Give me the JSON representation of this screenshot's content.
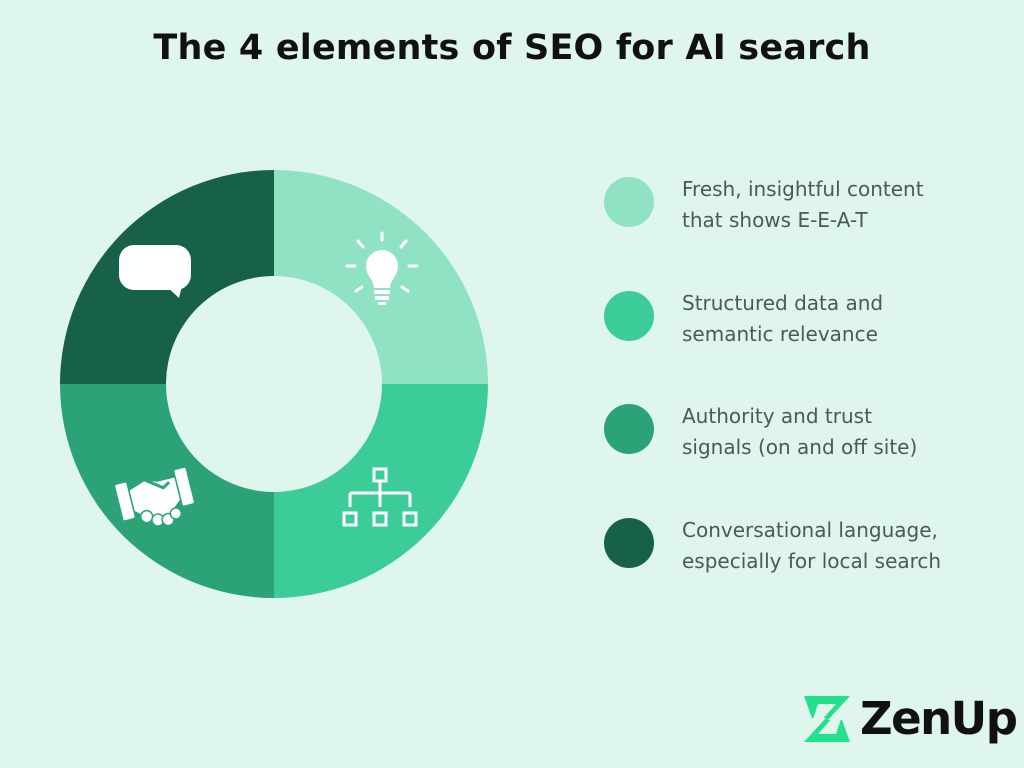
{
  "title": "The 4 elements of SEO for AI search",
  "segments": [
    {
      "color": "#8fe3c3",
      "icon": "lightbulb-icon",
      "line1": "Fresh, insightful content",
      "line2": "that shows E-E-A-T"
    },
    {
      "color": "#3ccc97",
      "icon": "hierarchy-icon",
      "line1": "Structured data and",
      "line2": "semantic relevance"
    },
    {
      "color": "#2ba376",
      "icon": "handshake-icon",
      "line1": "Authority and trust",
      "line2": "signals (on and off site)"
    },
    {
      "color": "#17604a",
      "icon": "speech-bubble-icon",
      "line1": "Conversational language,",
      "line2": "especially for local search"
    }
  ],
  "brand": {
    "name": "ZenUp",
    "accent": "#22e08b"
  }
}
